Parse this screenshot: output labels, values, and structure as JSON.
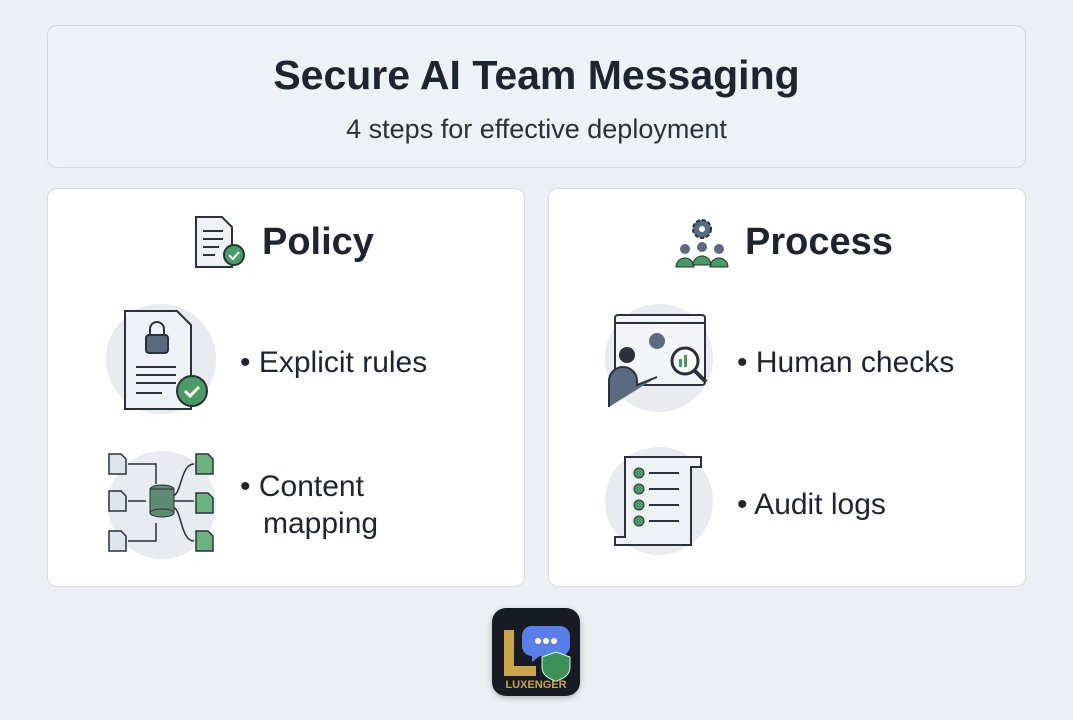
{
  "header": {
    "title": "Secure AI Team Messaging",
    "subtitle": "4 steps for effective deployment"
  },
  "policy": {
    "heading": "Policy",
    "items": [
      "• Explicit rules",
      "• Content",
      "mapping"
    ]
  },
  "process": {
    "heading": "Process",
    "items": [
      "• Human checks",
      "• Audit logs"
    ]
  },
  "logo": {
    "text": "LUXENGER"
  },
  "colors": {
    "green": "#4a9a63",
    "slate": "#5a6a80"
  }
}
